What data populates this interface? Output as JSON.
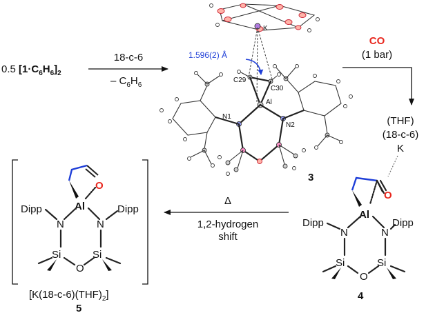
{
  "reagent": {
    "prefix": "0.5 ",
    "formula_main": "[1·C",
    "formula_sub1": "6",
    "formula_h": "H",
    "formula_sub2": "6",
    "formula_close": "]",
    "formula_sub3": "2"
  },
  "step1": {
    "above": "18-c-6",
    "below_prefix": "– C",
    "below_sub1": "6",
    "below_h": "H",
    "below_sub2": "6"
  },
  "crystal": {
    "bond_length": "1.596(2) Å",
    "atom_k": "K",
    "atom_c29": "C29",
    "atom_c30": "C30",
    "atom_al": "Al",
    "atom_n1": "N1",
    "atom_n2": "N2",
    "compound_label": "3"
  },
  "step2": {
    "reagent": "CO",
    "condition": "(1 bar)"
  },
  "compound4": {
    "ligand1": "(THF)",
    "ligand2": "(18-c-6)",
    "cation": "K",
    "oxygen": "O",
    "aluminum": "Al",
    "dipp_left": "Dipp",
    "dipp_right": "Dipp",
    "n_left": "N",
    "n_right": "N",
    "si_left": "Si",
    "si_right": "Si",
    "o_bridge": "O",
    "label": "4"
  },
  "step3": {
    "above": "Δ",
    "below_line1": "1,2-hydrogen",
    "below_line2": "shift"
  },
  "compound5": {
    "oxygen": "O",
    "aluminum": "Al",
    "dipp_left": "Dipp",
    "dipp_right": "Dipp",
    "n_left": "N",
    "n_right": "N",
    "si_left": "Si",
    "si_right": "Si",
    "o_bridge": "O",
    "counterion_main": "[K(18-c-6)(THF)",
    "counterion_sub": "2",
    "counterion_close": "]",
    "label": "5"
  },
  "colors": {
    "red": "#e8261d",
    "blue": "#1f3fd8",
    "black": "#111111"
  }
}
